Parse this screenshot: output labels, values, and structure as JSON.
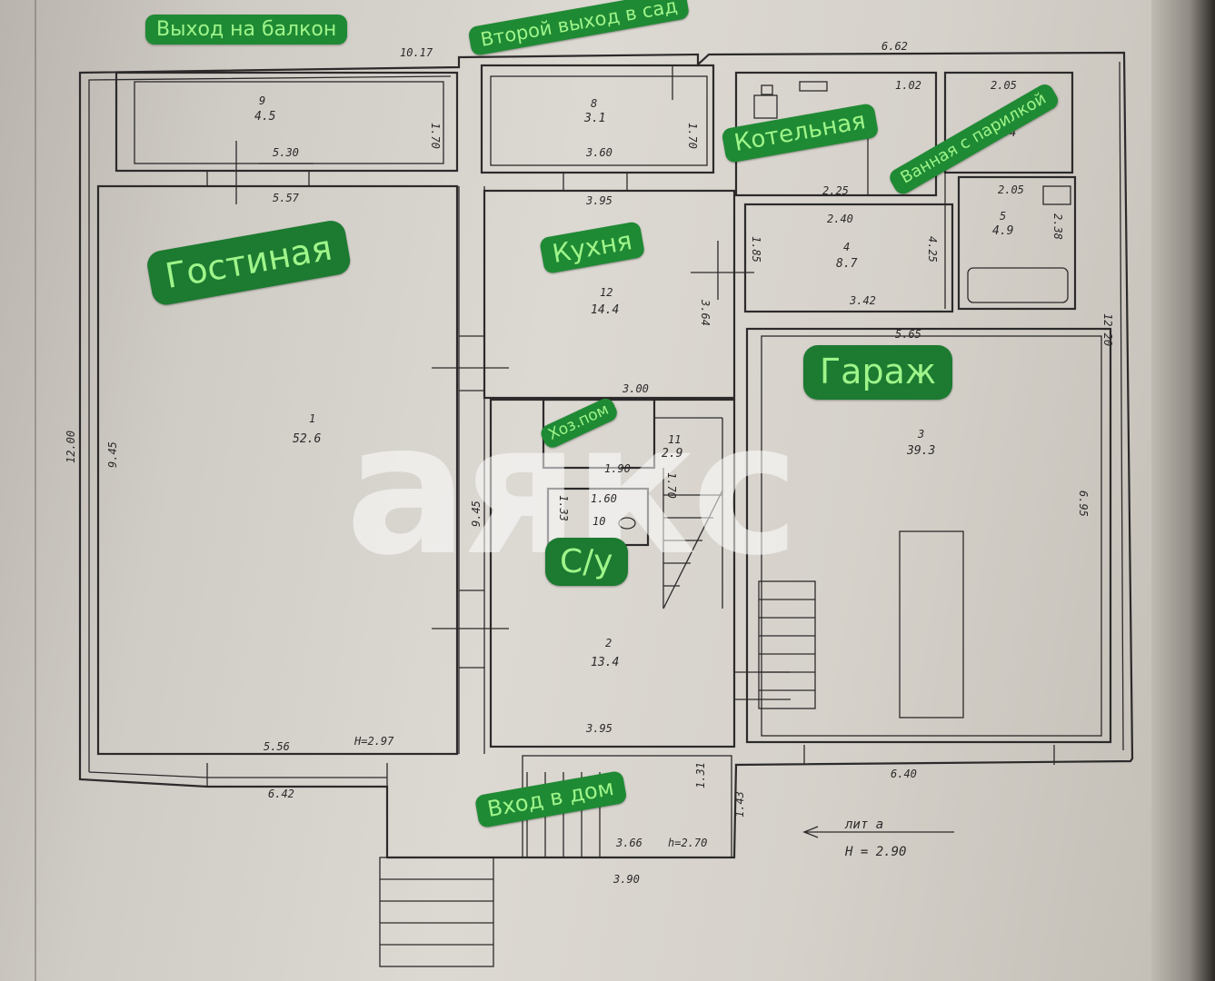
{
  "labels": {
    "balcony": "Выход на балкон",
    "garden_exit": "Второй выход в сад",
    "boiler": "Котельная",
    "bath": "Ванная с парилкой",
    "living": "Гостиная",
    "kitchen": "Кухня",
    "garage": "Гараж",
    "storage": "Хоз.пом",
    "wc": "С/у",
    "entrance": "Вход в дом"
  },
  "rooms": [
    {
      "id": "9",
      "area": "4.5"
    },
    {
      "id": "8",
      "area": "3.1"
    },
    {
      "id": "7",
      "area": ""
    },
    {
      "id": "6",
      "area": "3.4"
    },
    {
      "id": "5",
      "area": "4.9"
    },
    {
      "id": "4",
      "area": "8.7"
    },
    {
      "id": "12",
      "area": "14.4"
    },
    {
      "id": "1",
      "area": "52.6"
    },
    {
      "id": "3",
      "area": "39.3"
    },
    {
      "id": "11",
      "area": "2.9"
    },
    {
      "id": "10",
      "area": ""
    },
    {
      "id": "2",
      "area": "13.4"
    }
  ],
  "dimensions": {
    "top_left": "10.17",
    "top_right": "6.62",
    "balcony_width": "5.30",
    "living_top": "5.57",
    "balcony_depth": "1.70",
    "garden_depth": "1.70",
    "garden_width": "3.60",
    "kitchen_top": "3.95",
    "boiler_top": "1.02",
    "bath_top": "2.05",
    "boiler_inner": "2.25",
    "bath_inner": "2.05",
    "room4_top": "2.40",
    "room4_bottom": "3.42",
    "room4_left": "1.85",
    "room4_right": "4.25",
    "room5_right": "2.38",
    "kitchen_right": "3.64",
    "garage_top": "5.65",
    "right_total": "12.20",
    "kitchen_bottom": "3.00",
    "left_total": "12.00",
    "living_left": "9.45",
    "living_right": "9.45",
    "storage_width": "1.90",
    "storage_depth": "1.70",
    "wc_width": "1.60",
    "wc_depth": "1.33",
    "garage_right": "6.95",
    "living_bottom": "5.56",
    "height_main": "H=2.97",
    "hall_bottom": "3.95",
    "garage_bottom": "6.40",
    "outer_left_bottom": "6.42",
    "porch_depth": "1.31",
    "porch_outer": "1.43",
    "porch_width": "3.66",
    "porch_height": "h=2.70",
    "porch_outer_width": "3.90"
  },
  "stamp": {
    "title": "лит а",
    "height": "Н = 2.90"
  },
  "watermark": "аякс",
  "colors": {
    "tag_bg": "#1f8a34",
    "tag_text": "#9ff58a",
    "line": "#2c2a2b"
  }
}
